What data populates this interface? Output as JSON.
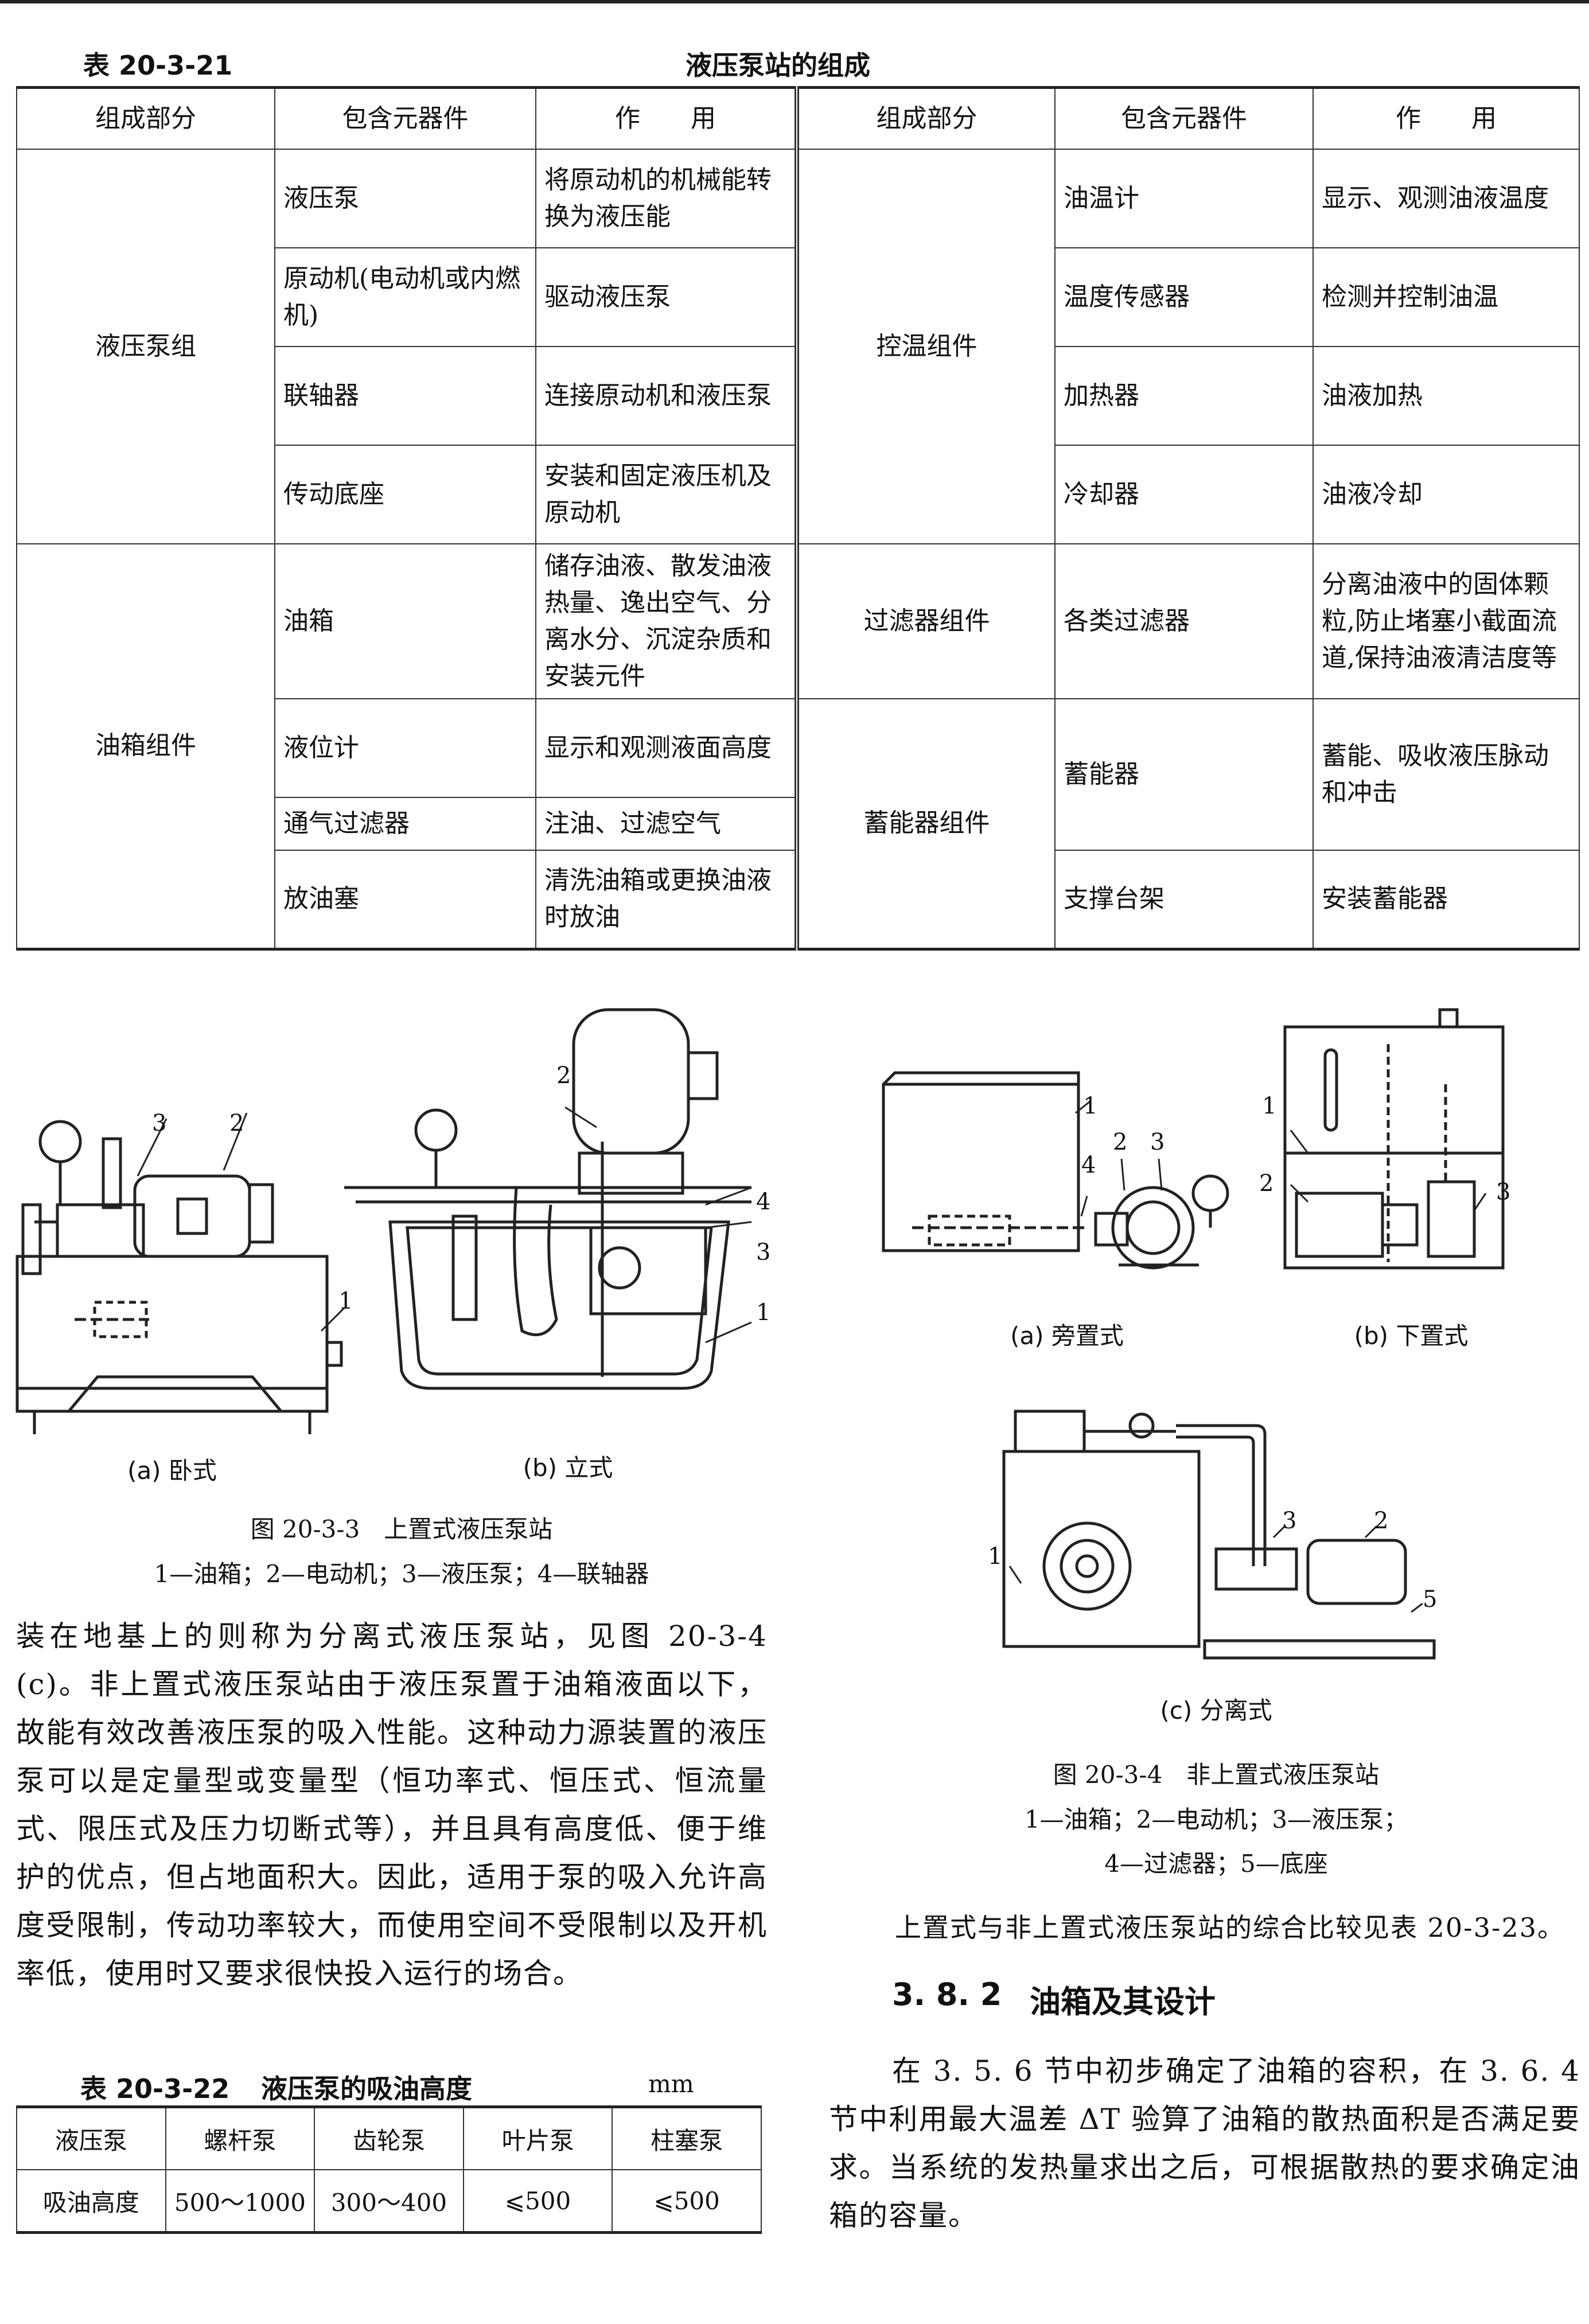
{
  "table21": {
    "number": "表 20-3-21",
    "title": "液压泵站的组成",
    "headers": [
      "组成部分",
      "包含元器件",
      "作　　用",
      "组成部分",
      "包含元器件",
      "作　　用"
    ],
    "left_groups": [
      {
        "name": "液压泵组",
        "items": [
          {
            "part": "液压泵",
            "func": "将原动机的机械能转换为液压能"
          },
          {
            "part": "原动机(电动机或内燃机)",
            "func": "驱动液压泵"
          },
          {
            "part": "联轴器",
            "func": "连接原动机和液压泵"
          },
          {
            "part": "传动底座",
            "func": "安装和固定液压机及原动机"
          }
        ]
      },
      {
        "name": "油箱组件",
        "items": [
          {
            "part": "油箱",
            "func": "储存油液、散发油液热量、逸出空气、分离水分、沉淀杂质和安装元件"
          },
          {
            "part": "液位计",
            "func": "显示和观测液面高度"
          },
          {
            "part": "通气过滤器",
            "func": "注油、过滤空气"
          },
          {
            "part": "放油塞",
            "func": "清洗油箱或更换油液时放油"
          }
        ]
      }
    ],
    "right_groups": [
      {
        "name": "控温组件",
        "items": [
          {
            "part": "油温计",
            "func": "显示、观测油液温度"
          },
          {
            "part": "温度传感器",
            "func": "检测并控制油温"
          },
          {
            "part": "加热器",
            "func": "油液加热"
          },
          {
            "part": "冷却器",
            "func": "油液冷却"
          }
        ]
      },
      {
        "name": "过滤器组件",
        "items": [
          {
            "part": "各类过滤器",
            "func": "分离油液中的固体颗粒,防止堵塞小截面流道,保持油液清洁度等"
          }
        ]
      },
      {
        "name": "蓄能器组件",
        "items": [
          {
            "part": "蓄能器",
            "func": "蓄能、吸收液压脉动和冲击"
          },
          {
            "part": "支撑台架",
            "func": "安装蓄能器"
          }
        ]
      }
    ]
  },
  "fig3": {
    "sub_a": "(a) 卧式",
    "sub_b": "(b) 立式",
    "caption": "图 20-3-3　上置式液压泵站",
    "legend": "1—油箱；2—电动机；3—液压泵；4—联轴器",
    "nums": [
      "1",
      "2",
      "3",
      "4"
    ]
  },
  "fig4": {
    "sub_a": "(a) 旁置式",
    "sub_b": "(b) 下置式",
    "sub_c": "(c) 分离式",
    "caption": "图 20-3-4　非上置式液压泵站",
    "legend1": "1—油箱；2—电动机；3—液压泵；",
    "legend2": "4—过滤器；5—底座",
    "nums": [
      "1",
      "2",
      "3",
      "4",
      "5"
    ]
  },
  "paragraph_left": "装在地基上的则称为分离式液压泵站，见图 20-3-4 (c)。非上置式液压泵站由于液压泵置于油箱液面以下，故能有效改善液压泵的吸入性能。这种动力源装置的液压泵可以是定量型或变量型（恒功率式、恒压式、恒流量式、限压式及压力切断式等），并且具有高度低、便于维护的优点，但占地面积大。因此，适用于泵的吸入允许高度受限制，传动功率较大，而使用空间不受限制以及开机率低，使用时又要求很快投入运行的场合。",
  "table22": {
    "number": "表 20-3-22",
    "title": "液压泵的吸油高度",
    "unit": "mm",
    "row1": [
      "液压泵",
      "螺杆泵",
      "齿轮泵",
      "叶片泵",
      "柱塞泵"
    ],
    "row2": [
      "吸油高度",
      "500～1000",
      "300～400",
      "⩽500",
      "⩽500"
    ]
  },
  "compare_line": "上置式与非上置式液压泵站的综合比较见表 20-3-23。",
  "section_number": "3. 8. 2",
  "section_title": "油箱及其设计",
  "paragraph_right": "在 3. 5. 6 节中初步确定了油箱的容积，在 3. 6. 4 节中利用最大温差 ΔT 验算了油箱的散热面积是否满足要求。当系统的发热量求出之后，可根据散热的要求确定油箱的容量。"
}
